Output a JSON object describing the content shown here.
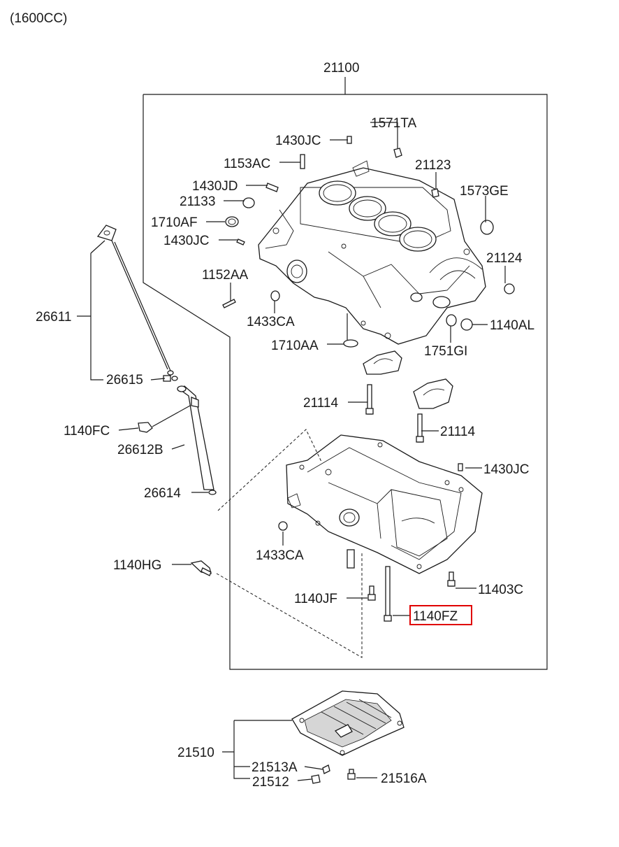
{
  "header": {
    "engine_spec": "(1600CC)"
  },
  "assembly": {
    "main_part": "21100"
  },
  "colors": {
    "line": "#1a1a1a",
    "highlight": "#e00000",
    "background": "#ffffff"
  },
  "labels": {
    "p1571TA": "1571TA",
    "p1430JC_a": "1430JC",
    "p1153AC": "1153AC",
    "p21123": "21123",
    "p1430JD": "1430JD",
    "p1573GE": "1573GE",
    "p21133": "21133",
    "p1710AF": "1710AF",
    "p1430JC_b": "1430JC",
    "p21124": "21124",
    "p1152AA": "1152AA",
    "p1433CA_a": "1433CA",
    "p1140AL": "1140AL",
    "p26611": "26611",
    "p1710AA": "1710AA",
    "p1751GI": "1751GI",
    "p26615": "26615",
    "p21114_a": "21114",
    "p1140FC": "1140FC",
    "p21114_b": "21114",
    "p26612B": "26612B",
    "p1430JC_c": "1430JC",
    "p26614": "26614",
    "p1433CA_b": "1433CA",
    "p1140HG": "1140HG",
    "p11403C": "11403C",
    "p1140JF": "1140JF",
    "p1140FZ": "1140FZ",
    "p21510": "21510",
    "p21513A": "21513A",
    "p21512": "21512",
    "p21516A": "21516A"
  },
  "highlighted_part": "1140FZ"
}
